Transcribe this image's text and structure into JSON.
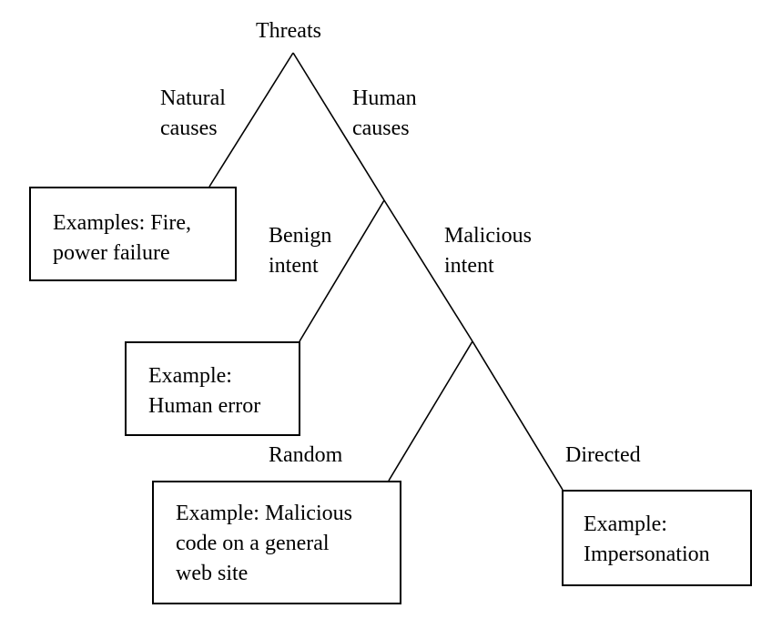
{
  "root": {
    "label": "Threats"
  },
  "branches": {
    "natural": [
      "Natural",
      "causes"
    ],
    "human": [
      "Human",
      "causes"
    ],
    "benign": [
      "Benign",
      "intent"
    ],
    "malicious": [
      "Malicious",
      "intent"
    ],
    "random": "Random",
    "directed": "Directed"
  },
  "boxes": {
    "natural": [
      "Examples: Fire,",
      "power failure"
    ],
    "benign": [
      "Example:",
      "Human error"
    ],
    "random": [
      "Example: Malicious",
      "code on a general",
      "web site"
    ],
    "directed": [
      "Example:",
      "Impersonation"
    ]
  }
}
